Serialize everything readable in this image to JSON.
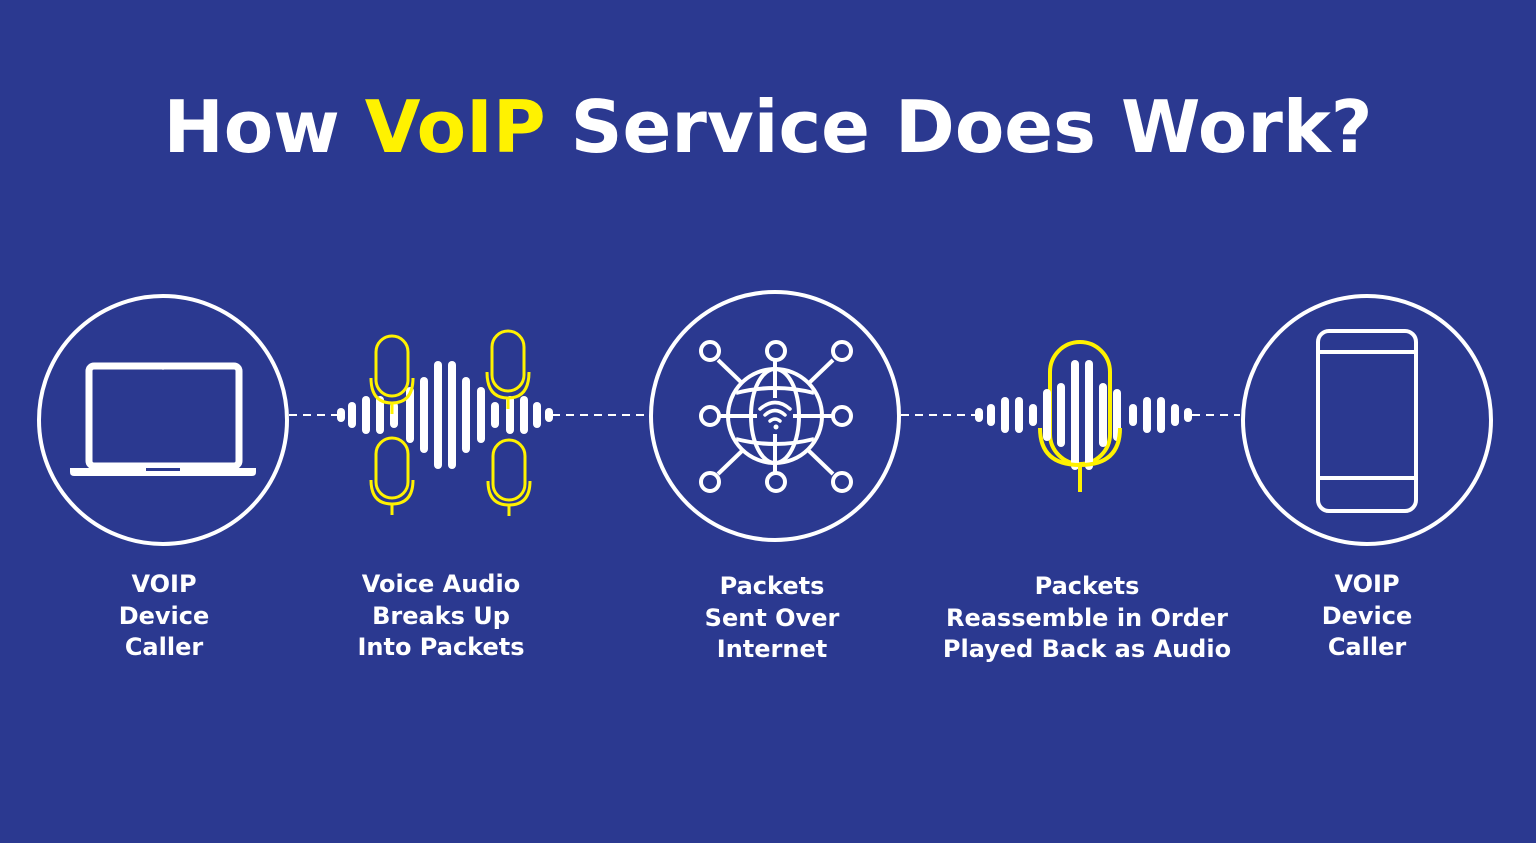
{
  "title": {
    "prefix": "How ",
    "highlight": "VoIP",
    "suffix": " Service Does Work?"
  },
  "colors": {
    "background": "#2b3990",
    "foreground": "#ffffff",
    "accent": "#fff200"
  },
  "steps": [
    {
      "icon": "laptop-icon",
      "lines": [
        "VOIP",
        "Device",
        "Caller"
      ]
    },
    {
      "icon": "microphones-waveform-icon",
      "lines": [
        "Voice Audio",
        "Breaks Up",
        "Into Packets"
      ]
    },
    {
      "icon": "globe-network-icon",
      "lines": [
        "Packets",
        "Sent Over",
        "Internet"
      ]
    },
    {
      "icon": "microphone-waveform-icon",
      "lines": [
        "Packets",
        "Reassemble in Order",
        "Played Back as Audio"
      ]
    },
    {
      "icon": "smartphone-icon",
      "lines": [
        "VOIP",
        "Device",
        "Caller"
      ]
    }
  ]
}
